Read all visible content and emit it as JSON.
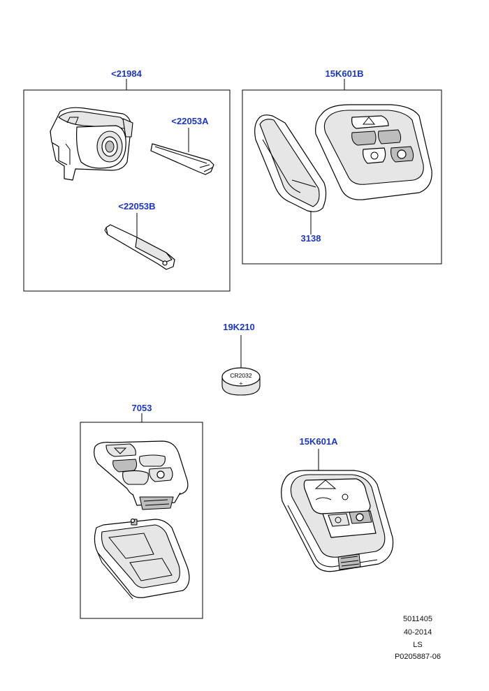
{
  "callouts": {
    "lock_cylinder": "<21984",
    "key_blade_a": "<22053A",
    "key_blade_b": "<22053B",
    "remote_transmitter": "15K601B",
    "case_half": "3138",
    "battery": "19K210",
    "housing_set": "7053",
    "smart_key": "15K601A"
  },
  "battery_text": {
    "model": "CR2032",
    "sign": "+"
  },
  "footer": [
    "5011405",
    "40-2014",
    "LS",
    "P0205887-06"
  ]
}
